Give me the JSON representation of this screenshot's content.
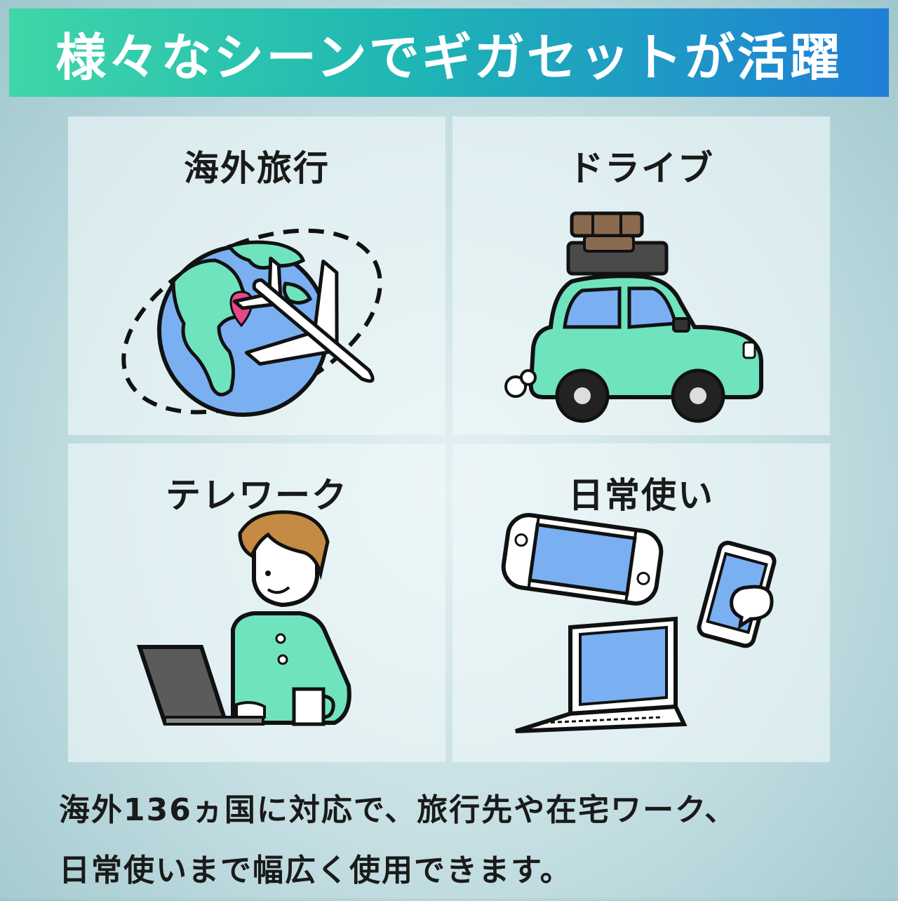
{
  "banner": {
    "title": "様々なシーンでギガセットが活躍"
  },
  "scenes": [
    {
      "label": "海外旅行",
      "icon": "globe-airplane-icon"
    },
    {
      "label": "ドライブ",
      "icon": "car-luggage-icon"
    },
    {
      "label": "テレワーク",
      "icon": "person-laptop-icon"
    },
    {
      "label": "日常使い",
      "icon": "devices-icon"
    }
  ],
  "caption": {
    "line1": "海外136ヵ国に対応で、旅行先や在宅ワーク、",
    "line2": "日常使いまで幅広く使用できます。"
  },
  "colors": {
    "banner_start": "#3fd6a8",
    "banner_end": "#1f7fd6",
    "mint": "#6fe3be",
    "blue": "#7ab0f2",
    "pin": "#e8488a"
  }
}
